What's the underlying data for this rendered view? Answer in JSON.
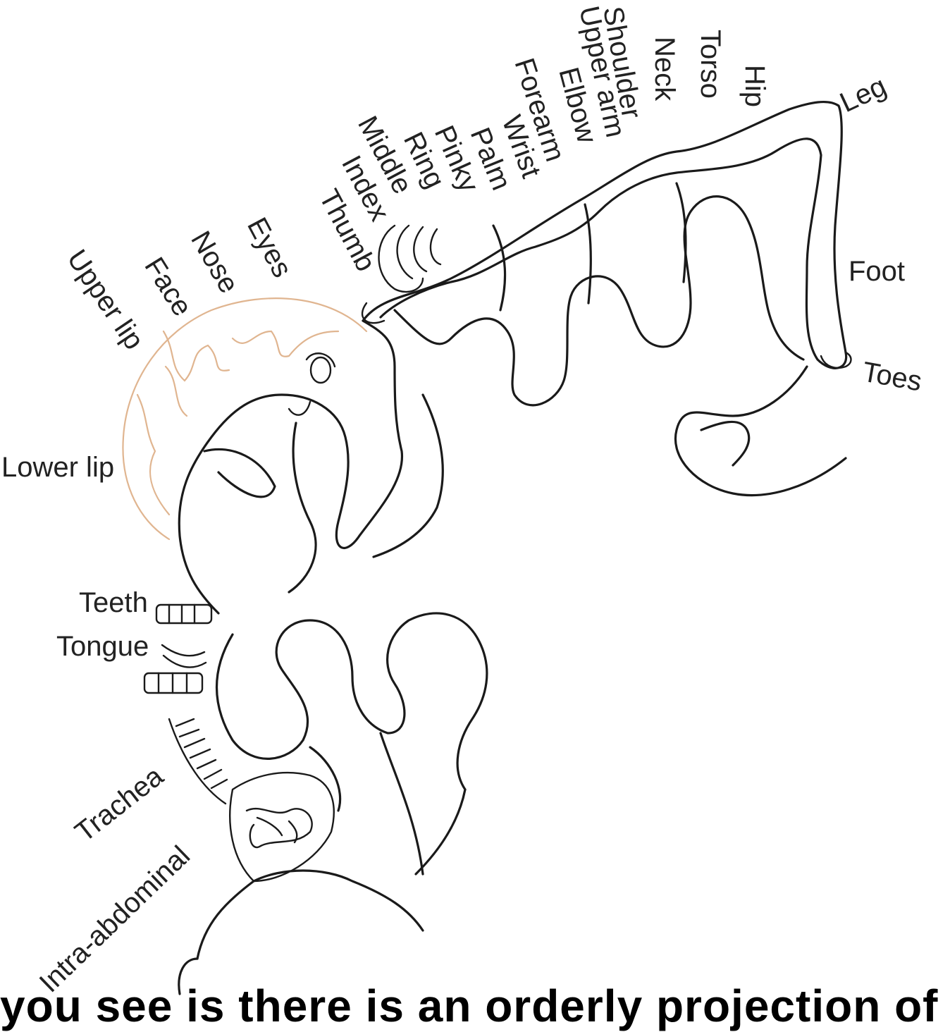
{
  "labels": {
    "leg": "Leg",
    "hip": "Hip",
    "torso": "Torso",
    "neck": "Neck",
    "shoulder": "Shoulder",
    "upper_arm": "Upper arm",
    "elbow": "Elbow",
    "forearm": "Forearm",
    "wrist": "Wrist",
    "palm": "Palm",
    "pinky": "Pinky",
    "ring": "Ring",
    "middle": "Middle",
    "index": "Index",
    "thumb": "Thumb",
    "eyes": "Eyes",
    "nose": "Nose",
    "face": "Face",
    "upper_lip": "Upper lip",
    "lower_lip": "Lower lip",
    "teeth": "Teeth",
    "tongue": "Tongue",
    "trachea": "Trachea",
    "intra_abdominal": "Intra-abdominal",
    "foot": "Foot",
    "toes": "Toes"
  },
  "caption": "you see is there is an orderly projection of the"
}
